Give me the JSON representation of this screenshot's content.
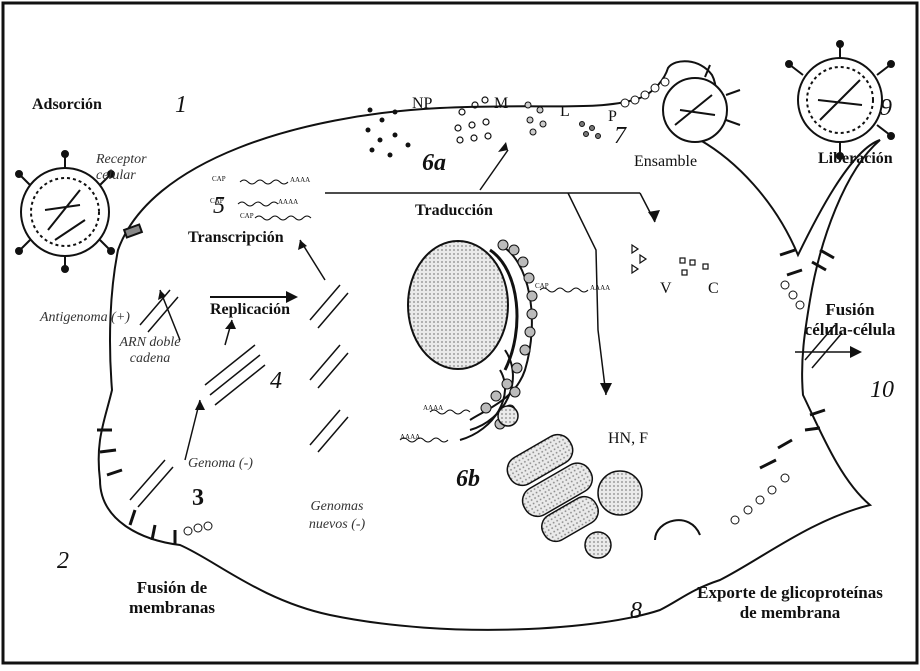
{
  "labels": {
    "adsorcion": "Adsorción",
    "receptor": "Receptor celular",
    "step1": "1",
    "step2": "2",
    "step3": "3",
    "step4": "4",
    "step5": "5",
    "step6a": "6a",
    "step6b": "6b",
    "step7": "7",
    "step8": "8",
    "step9": "9",
    "step10": "10",
    "np": "NP",
    "m": "M",
    "l": "L",
    "p": "P",
    "ensamble": "Ensamble",
    "liberacion": "Liberación",
    "traduccion": "Traducción",
    "transcripcion": "Transcripción",
    "replicacion": "Replicación",
    "antigenoma": "Antigenoma (+)",
    "arn_doble_l1": "ARN doble",
    "arn_doble_l2": "cadena",
    "genoma": "Genoma (-)",
    "genomas_nuevos_l1": "Genomas",
    "genomas_nuevos_l2": "nuevos (-)",
    "v": "V",
    "c": "C",
    "hnf": "HN, F",
    "fusion_cc_l1": "Fusión",
    "fusion_cc_l2": "célula-célula",
    "fusion_mem_l1": "Fusión de",
    "fusion_mem_l2": "membranas",
    "exporte_l1": "Exporte de glicoproteínas",
    "exporte_l2": "de membrana",
    "cap": "CAP",
    "aaaa": "AAAA"
  }
}
